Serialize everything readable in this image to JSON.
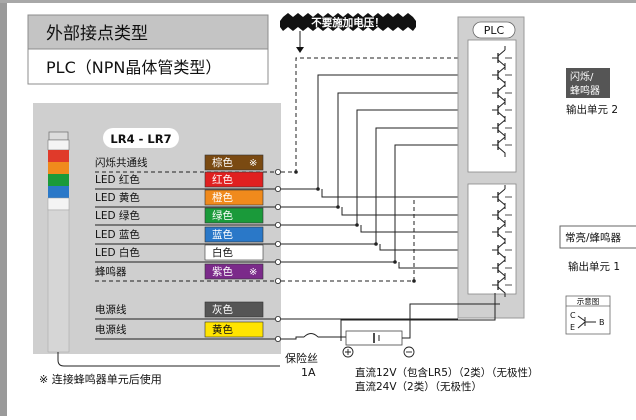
{
  "header": {
    "title": "外部接点类型",
    "subtitle": "PLC（NPN晶体管类型）"
  },
  "warning": "不要施加电压！",
  "plc_label": "PLC",
  "model_label": "LR4 - LR7",
  "wires": [
    {
      "name": "闪烁共通线",
      "color_label": "棕色",
      "mark": "※",
      "color": "#7a4a12",
      "text_color": "#ffffff",
      "dashed": true
    },
    {
      "name": "LED 红色",
      "color_label": "红色",
      "mark": "",
      "color": "#e02020",
      "text_color": "#ffffff",
      "dashed": false
    },
    {
      "name": "LED 黄色",
      "color_label": "橙色",
      "mark": "",
      "color": "#f08a1c",
      "text_color": "#ffffff",
      "dashed": false
    },
    {
      "name": "LED 绿色",
      "color_label": "绿色",
      "mark": "",
      "color": "#1a9a3a",
      "text_color": "#ffffff",
      "dashed": false
    },
    {
      "name": "LED 蓝色",
      "color_label": "蓝色",
      "mark": "",
      "color": "#2a78c8",
      "text_color": "#ffffff",
      "dashed": false
    },
    {
      "name": "LED 白色",
      "color_label": "白色",
      "mark": "",
      "color": "#ffffff",
      "text_color": "#111111",
      "dashed": false
    },
    {
      "name": "蜂鸣器",
      "color_label": "紫色",
      "mark": "※",
      "color": "#7b2a8a",
      "text_color": "#ffffff",
      "dashed": true
    },
    {
      "name": "电源线",
      "color_label": "灰色",
      "mark": "",
      "color": "#555555",
      "text_color": "#ffffff",
      "dashed": false
    },
    {
      "name": "电源线",
      "color_label": "黄色",
      "mark": "",
      "color": "#ffe400",
      "text_color": "#111111",
      "dashed": false
    }
  ],
  "fuse": {
    "label": "保险丝",
    "value": "1A"
  },
  "power": {
    "line1": "直流12V（包含LR5）（2类）（无极性）",
    "line2": "直流24V（2类）（无极性）"
  },
  "footnote": "※ 连接蜂鸣器单元后使用",
  "outputs": {
    "unit2_box": "闪烁/\n蜂鸣器",
    "unit2_label": "输出单元 2",
    "unit1_box": "常亮/蜂鸣器",
    "unit1_label": "输出单元 1"
  },
  "legend": {
    "title": "示意图",
    "c": "C",
    "e": "E",
    "b": "B"
  },
  "colors": {
    "panel_gray": "#cfcfcf",
    "header_gray": "#c4c4c4",
    "border_gray": "#8c8c8c",
    "tower_red": "#e03a2a",
    "tower_orange": "#f08a1c",
    "tower_green": "#1a9a3a",
    "tower_blue": "#2a78c8",
    "tower_white": "#f4f4f4"
  }
}
